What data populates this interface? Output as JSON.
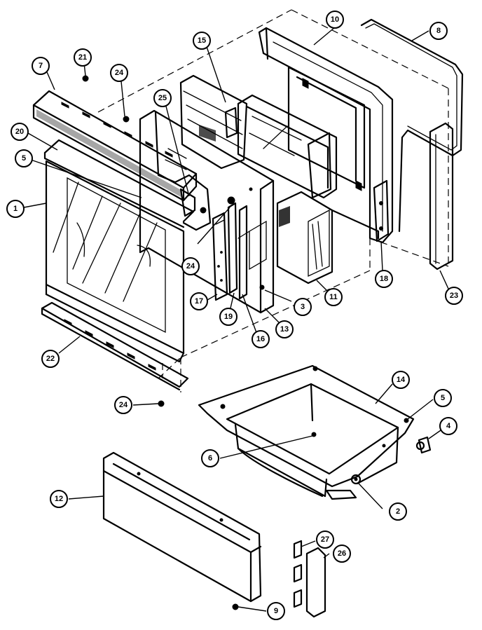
{
  "callouts": [
    {
      "label": "1"
    },
    {
      "label": "2"
    },
    {
      "label": "3"
    },
    {
      "label": "4"
    },
    {
      "label": "5"
    },
    {
      "label": "5"
    },
    {
      "label": "6"
    },
    {
      "label": "7"
    },
    {
      "label": "8"
    },
    {
      "label": "9"
    },
    {
      "label": "10"
    },
    {
      "label": "11"
    },
    {
      "label": "12"
    },
    {
      "label": "13"
    },
    {
      "label": "14"
    },
    {
      "label": "15"
    },
    {
      "label": "16"
    },
    {
      "label": "17"
    },
    {
      "label": "18"
    },
    {
      "label": "19"
    },
    {
      "label": "20"
    },
    {
      "label": "21"
    },
    {
      "label": "22"
    },
    {
      "label": "23"
    },
    {
      "label": "24"
    },
    {
      "label": "24"
    },
    {
      "label": "24"
    },
    {
      "label": "24"
    },
    {
      "label": "25"
    },
    {
      "label": "26"
    },
    {
      "label": "27"
    }
  ]
}
